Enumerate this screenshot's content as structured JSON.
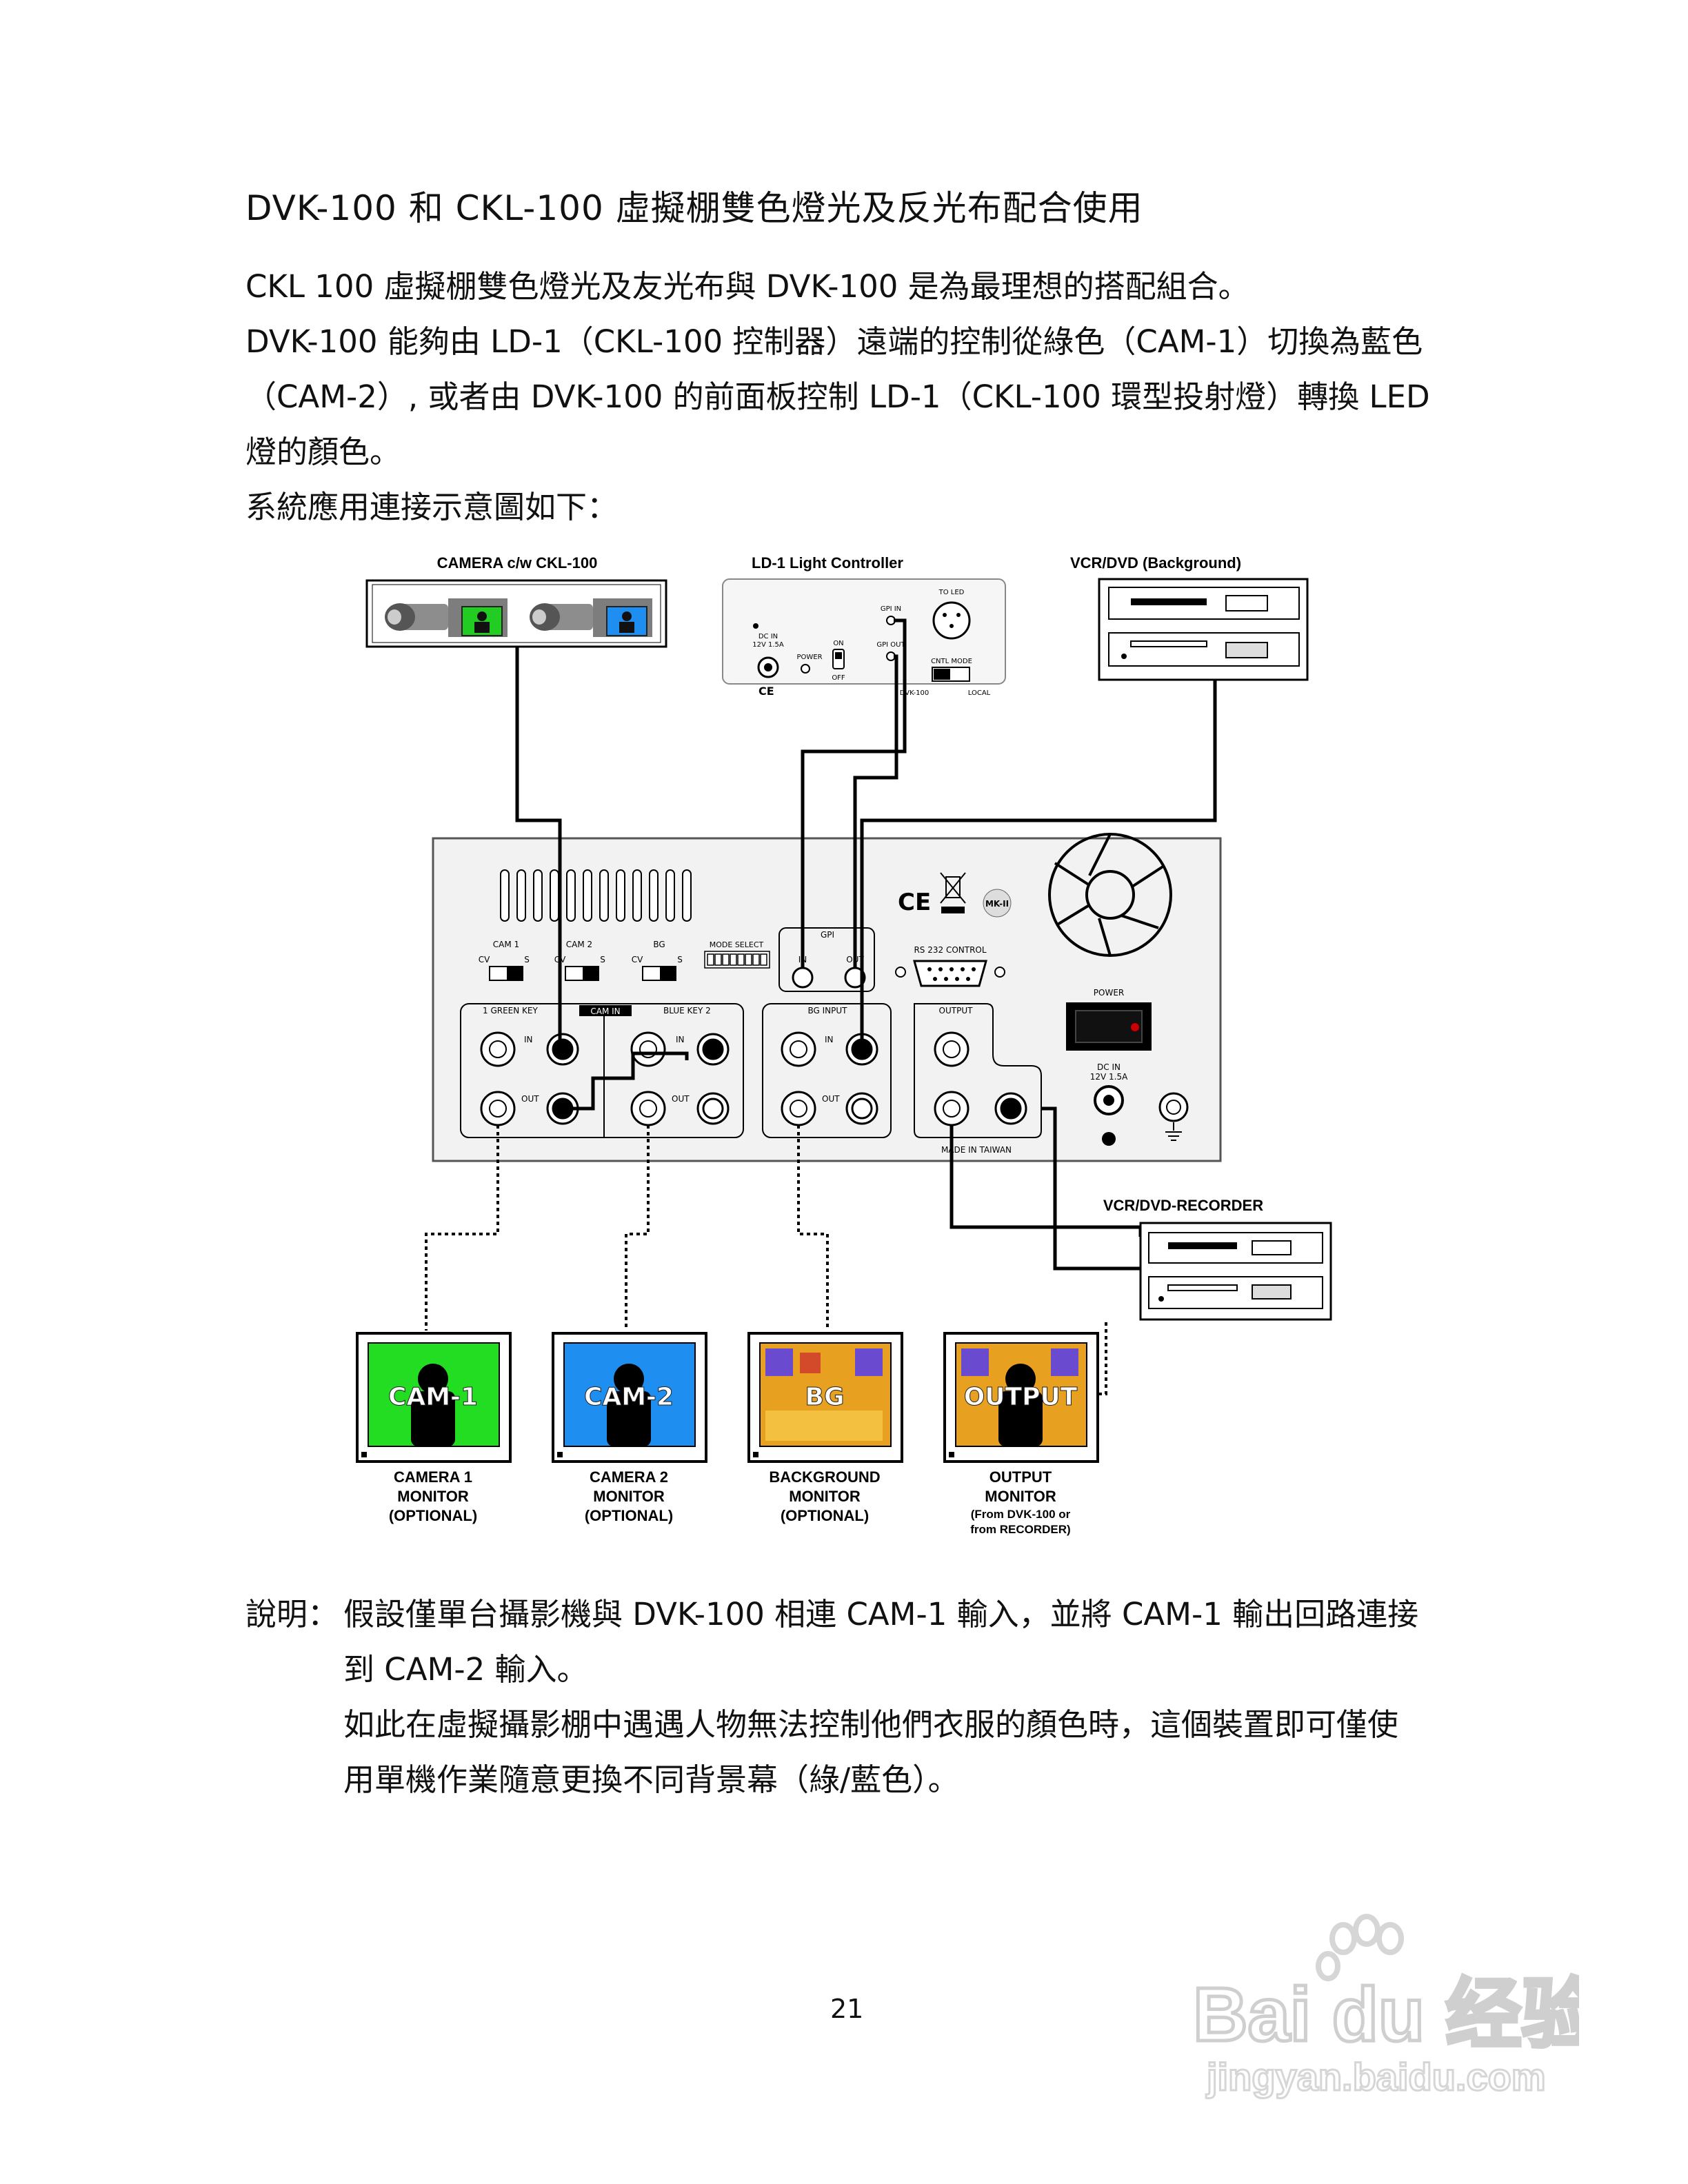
{
  "heading": "DVK-100  和  CKL-100 虛擬棚雙色燈光及反光布配合使用",
  "intro": [
    "CKL 100 虛擬棚雙色燈光及友光布與 DVK-100 是為最理想的搭配組合。",
    "DVK-100 能夠由 LD-1（CKL-100 控制器）遠端的控制從綠色（CAM-1）切換為藍色",
    "（CAM-2）, 或者由 DVK-100 的前面板控制 LD-1（CKL-100 環型投射燈）轉換 LED",
    "燈的顏色。",
    "系統應用連接示意圖如下："
  ],
  "diagram": {
    "camera_box_title": "CAMERA c/w CKL-100",
    "ld1_title": "LD-1 Light Controller",
    "ld1_labels": {
      "dc_in": "DC IN",
      "dc_rating": "12V 1.5A",
      "power": "POWER",
      "on": "ON",
      "off": "OFF",
      "gpi_in": "GPI IN",
      "gpi_out": "GPI OUT",
      "to_led": "TO LED",
      "cntl_mode": "CNTL MODE",
      "dvk100": "DVK-100",
      "local": "LOCAL"
    },
    "vcr_bg_title": "VCR/DVD (Background)",
    "vcr_rec_title": "VCR/DVD-RECORDER",
    "panel_labels": {
      "cam1": "CAM 1",
      "cam2": "CAM 2",
      "bg": "BG",
      "cv": "CV",
      "s": "S",
      "mode_select": "MODE SELECT",
      "gpi": "GPI",
      "gpi_in": "IN",
      "gpi_out": "OUT",
      "rs232": "RS 232 CONTROL",
      "power": "POWER",
      "dc_in": "DC IN",
      "dc_rating": "12V 1.5A",
      "green_key": "1   GREEN KEY",
      "cam_in": "CAM IN",
      "blue_key": "BLUE KEY   2",
      "bg_input": "BG INPUT",
      "output": "OUTPUT",
      "in": "IN",
      "out": "OUT",
      "made_in": "MADE IN TAIWAN",
      "mk2": "MK-II"
    },
    "monitors": [
      {
        "screen_text": "CAM-1",
        "caption": [
          "CAMERA 1",
          "MONITOR",
          "(OPTIONAL)"
        ],
        "color": "#22dd22"
      },
      {
        "screen_text": "CAM-2",
        "caption": [
          "CAMERA 2",
          "MONITOR",
          "(OPTIONAL)"
        ],
        "color": "#1e8ff0"
      },
      {
        "screen_text": "BG",
        "caption": [
          "BACKGROUND",
          "MONITOR",
          "(OPTIONAL)"
        ],
        "color": "#e8a020"
      },
      {
        "screen_text": "OUTPUT",
        "caption": [
          "OUTPUT",
          "MONITOR",
          "(From DVK-100 or",
          "from RECORDER)"
        ],
        "color": "#e8a020"
      }
    ]
  },
  "note": {
    "label": "說明：",
    "lines": [
      "假設僅單台攝影機與 DVK-100 相連 CAM-1 輸入，並將 CAM-1 輸出回路連接",
      "到 CAM-2 輸入。",
      "如此在虛擬攝影棚中遇遇人物無法控制他們衣服的顏色時，這個裝置即可僅使",
      "用單機作業隨意更換不同背景幕（綠/藍色）。"
    ]
  },
  "page_number": "21",
  "watermark": {
    "brand": "Bai du 经验",
    "url": "jingyan.baidu.com"
  }
}
